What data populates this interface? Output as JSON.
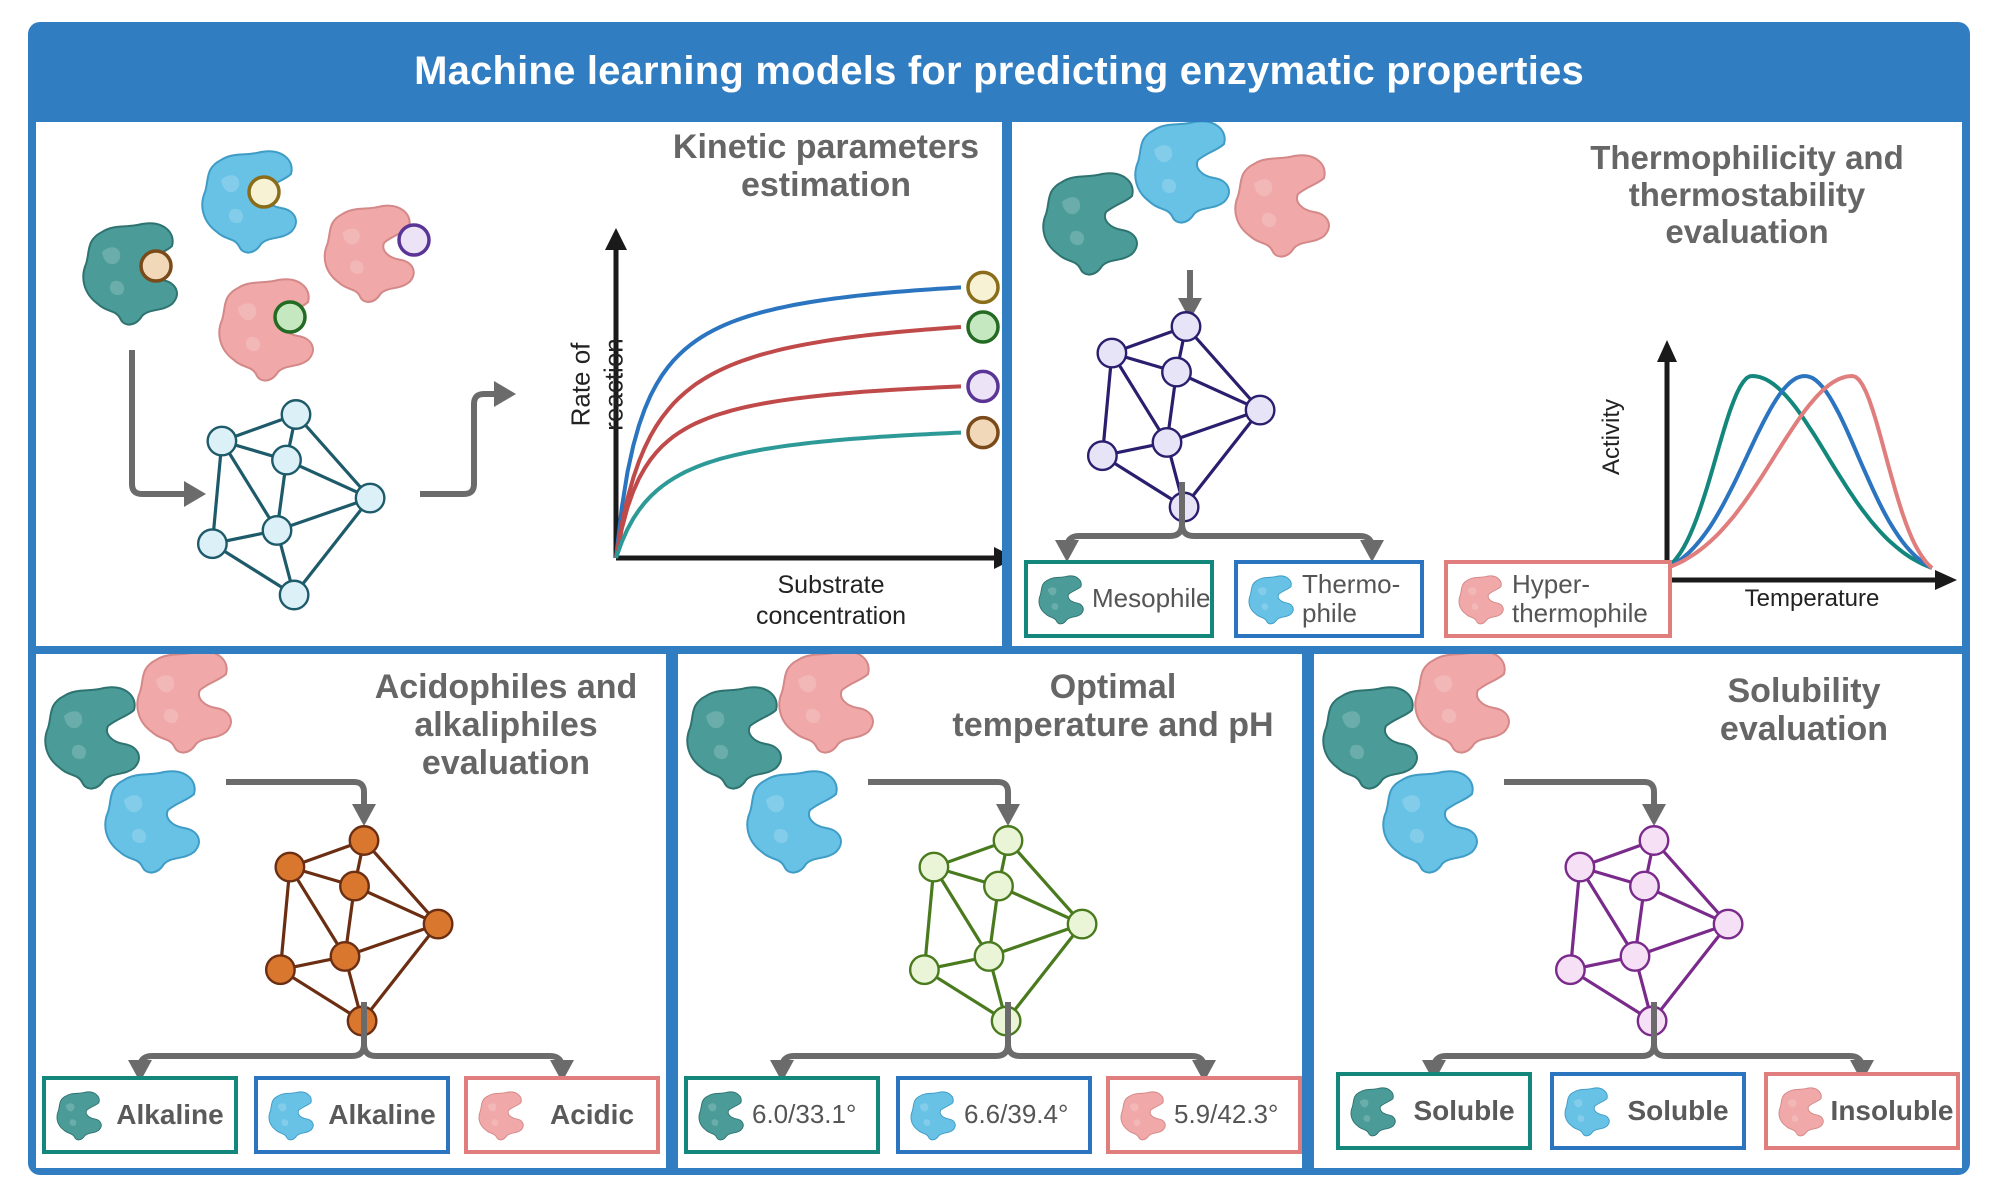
{
  "title": "Machine learning models for predicting enzymatic properties",
  "colors": {
    "frame_blue": "#317dc2",
    "title_gray": "#666666",
    "teal": "#14877c",
    "blue": "#2a74c0",
    "salmon": "#e07d7d",
    "arrow_gray": "#6b6b6b",
    "enzyme_teal": "#4b9c98",
    "enzyme_blue": "#68c2e6",
    "enzyme_pink": "#f0a8a8"
  },
  "panels": {
    "kinetic": {
      "title": "Kinetic parameters\nestimation",
      "network_color": "#1d5a6a",
      "network_fill": "#dcf0f7",
      "substrates": [
        "#f7f2d4",
        "#c5e8c0",
        "#ece4f6",
        "#f0d8b8"
      ],
      "substrate_strokes": [
        "#8a6d1a",
        "#236b23",
        "#5a3596",
        "#7a4a1a"
      ]
    },
    "thermo": {
      "title": "Thermophilicity and\nthermostability\nevaluation",
      "network_color": "#2a1f6e",
      "network_fill": "#e6e4f6",
      "labels": [
        {
          "text": "Mesophile",
          "tone": "teal"
        },
        {
          "text": "Thermo-\nphile",
          "tone": "blue"
        },
        {
          "text": "Hyper-\nthermophile",
          "tone": "salmon"
        }
      ]
    },
    "acido": {
      "title": "Acidophiles and\nalkaliphiles\nevaluation",
      "network_color": "#6b2e12",
      "network_fill": "#d9772f",
      "labels": [
        {
          "text": "Alkaline",
          "tone": "teal"
        },
        {
          "text": "Alkaline",
          "tone": "blue"
        },
        {
          "text": "Acidic",
          "tone": "salmon"
        }
      ]
    },
    "optimal": {
      "title": "Optimal\ntemperature and pH",
      "network_color": "#4a7a1e",
      "network_fill": "#eaf5d8",
      "labels": [
        {
          "text": "6.0/33.1°",
          "tone": "teal"
        },
        {
          "text": "6.6/39.4°",
          "tone": "blue"
        },
        {
          "text": "5.9/42.3°",
          "tone": "salmon"
        }
      ]
    },
    "solubility": {
      "title": "Solubility\nevaluation",
      "network_color": "#7a2a8a",
      "network_fill": "#f5e0f5",
      "labels": [
        {
          "text": "Soluble",
          "tone": "teal"
        },
        {
          "text": "Soluble",
          "tone": "blue"
        },
        {
          "text": "Insoluble",
          "tone": "salmon"
        }
      ]
    }
  },
  "chart_data": [
    {
      "type": "line",
      "title": "Kinetic parameters estimation",
      "xlabel": "Substrate\nconcentration",
      "ylabel": "Rate of\nreaction",
      "grid": false,
      "xlim": [
        0,
        1
      ],
      "ylim": [
        0,
        1
      ],
      "series": [
        {
          "name": "substrate-yellow",
          "color": "#2a74c0",
          "marker_fill": "#f7f2d4",
          "marker_stroke": "#8a6d1a",
          "vmax": 0.82,
          "km": 0.08
        },
        {
          "name": "substrate-green",
          "color": "#c04a4a",
          "marker_fill": "#c5e8c0",
          "marker_stroke": "#236b23",
          "vmax": 0.7,
          "km": 0.11
        },
        {
          "name": "substrate-purple",
          "color": "#c04a4a",
          "marker_fill": "#ece4f6",
          "marker_stroke": "#5a3596",
          "vmax": 0.52,
          "km": 0.09
        },
        {
          "name": "substrate-brown",
          "color": "#2e9a98",
          "marker_fill": "#f0d8b8",
          "marker_stroke": "#7a4a1a",
          "vmax": 0.38,
          "km": 0.13
        }
      ]
    },
    {
      "type": "line",
      "title": "Thermophilicity and thermostability evaluation",
      "xlabel": "Temperature",
      "ylabel": "Activity",
      "grid": false,
      "xlim": [
        0,
        1
      ],
      "ylim": [
        0,
        1
      ],
      "series": [
        {
          "name": "Mesophile",
          "color": "#14877c",
          "peak_x": 0.32,
          "peak_y": 0.85
        },
        {
          "name": "Thermophile",
          "color": "#2a74c0",
          "peak_x": 0.52,
          "peak_y": 0.85
        },
        {
          "name": "Hyperthermophile",
          "color": "#e07d7d",
          "peak_x": 0.7,
          "peak_y": 0.85
        }
      ]
    }
  ]
}
